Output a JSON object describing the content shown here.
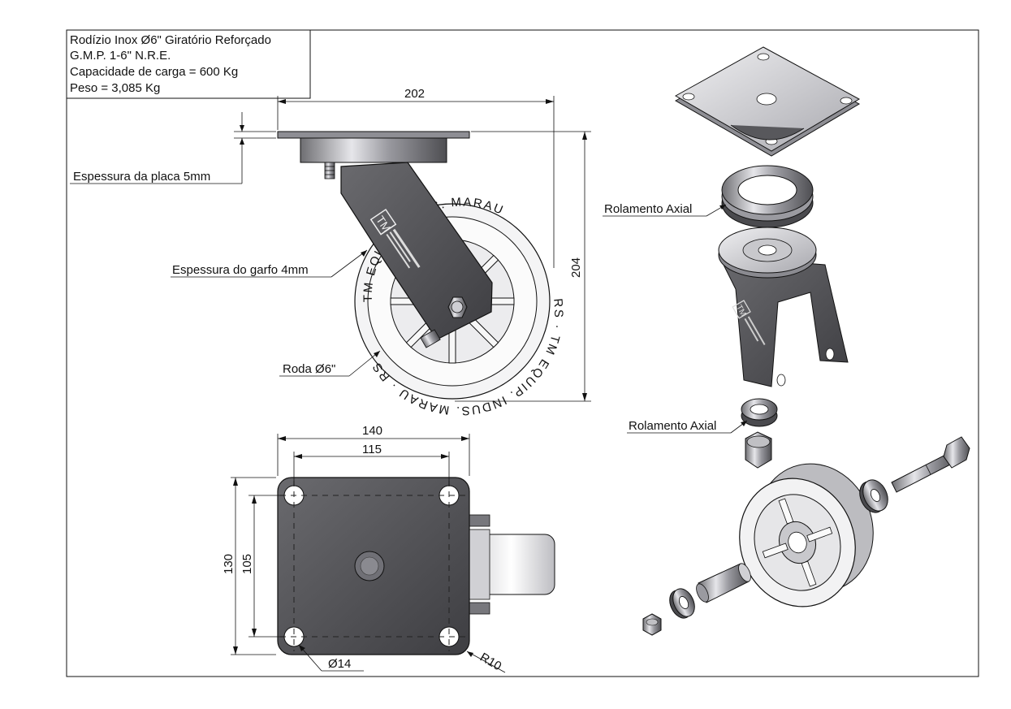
{
  "title_block": {
    "line1": "Rodízio Inox Ø6\" Giratório Reforçado",
    "line2": "G.M.P. 1-6\" N.R.E.",
    "line3": "Capacidade de carga = 600 Kg",
    "line4": "Peso = 3,085 Kg"
  },
  "side_view": {
    "dim_width": "202",
    "dim_height": "204",
    "plate_note": "Espessura da placa 5mm",
    "fork_note": "Espessura do garfo 4mm",
    "wheel_note": "Roda Ø6\"",
    "tire_text_top": "TM EQUIP. INDUS. MARAU",
    "tire_text_bottom": "RS · TM EQUIP. INDUS. MARAU · RS"
  },
  "top_view": {
    "dim_plate_width": "140",
    "dim_hole_width": "115",
    "dim_plate_height": "130",
    "dim_hole_height": "105",
    "hole_note": "Ø14",
    "radius_note": "R10"
  },
  "exploded_view": {
    "bearing_upper": "Rolamento Axial",
    "bearing_lower": "Rolamento Axial"
  },
  "colors": {
    "line": "#111111",
    "steel_dark": "#5a5a5e",
    "steel_light": "#d8d8dc",
    "wheel": "#f2f2f2"
  }
}
